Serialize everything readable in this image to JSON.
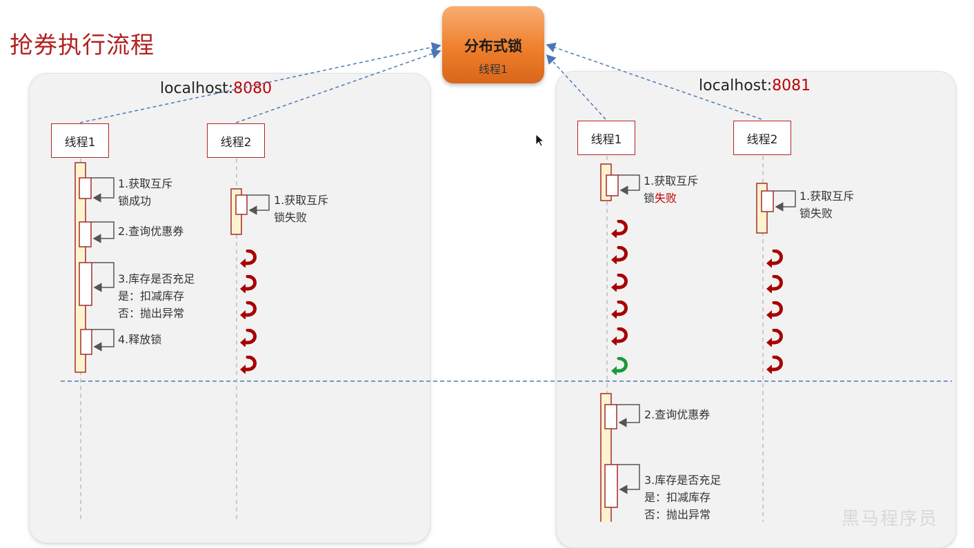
{
  "title": "抢券执行流程",
  "lock": {
    "title": "分布式锁",
    "holder": "线程1"
  },
  "left_host": {
    "name": "localhost:",
    "port": "8080"
  },
  "right_host": {
    "name": "localhost:",
    "port": "8081"
  },
  "threads": {
    "left_t1": "线程1",
    "left_t2": "线程2",
    "right_t1": "线程1",
    "right_t2": "线程2"
  },
  "left_t1_steps": {
    "s1_line1": "1.获取互斥",
    "s1_line2": "锁成功",
    "s2": "2.查询优惠券",
    "s3_line1": "3.库存是否充足",
    "s3_line2": "是：扣减库存",
    "s3_line3": "否：抛出异常",
    "s4": "4.释放锁"
  },
  "left_t2_steps": {
    "s1_line1": "1.获取互斥",
    "s1_line2": "锁失败"
  },
  "right_t1_steps": {
    "s1_line1": "1.获取互斥",
    "s1_line2_a": "锁",
    "s1_line2_b": "失败",
    "s2": "2.查询优惠券",
    "s3_line1": "3.库存是否充足",
    "s3_line2": "是：扣减库存",
    "s3_line3": "否：抛出异常"
  },
  "right_t2_steps": {
    "s1_line1": "1.获取互斥",
    "s1_line2": "锁失败"
  },
  "colors": {
    "accent_red": "#c00000",
    "retry_red": "#a80000",
    "retry_green": "#1a9a3a",
    "dashed_blue": "#4a78b5",
    "lock_orange": "#ef7f2b"
  },
  "watermark": "黑马程序员"
}
